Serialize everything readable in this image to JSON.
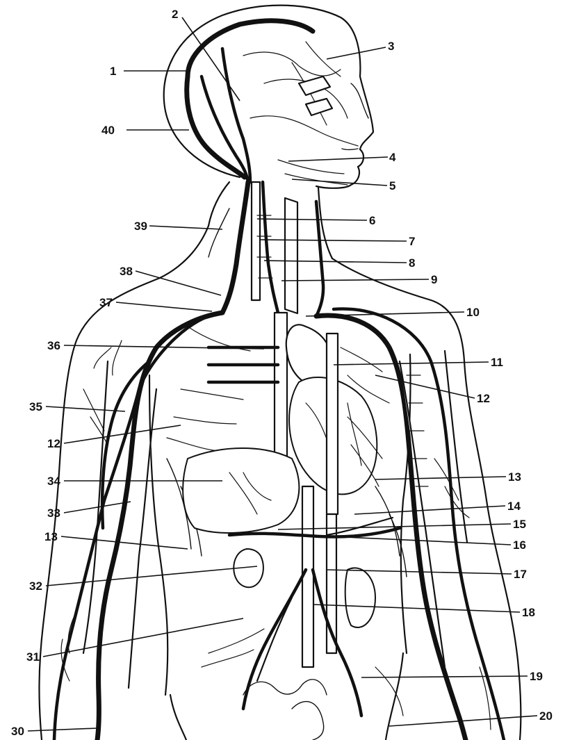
{
  "diagram": {
    "labels": [
      {
        "id": "1",
        "text": "1"
      },
      {
        "id": "2",
        "text": "2"
      },
      {
        "id": "3",
        "text": "3"
      },
      {
        "id": "4",
        "text": "4"
      },
      {
        "id": "5",
        "text": "5"
      },
      {
        "id": "6",
        "text": "6"
      },
      {
        "id": "7",
        "text": "7"
      },
      {
        "id": "8",
        "text": "8"
      },
      {
        "id": "9",
        "text": "9"
      },
      {
        "id": "10",
        "text": "10"
      },
      {
        "id": "11",
        "text": "11"
      },
      {
        "id": "12r",
        "text": "12"
      },
      {
        "id": "13r",
        "text": "13"
      },
      {
        "id": "14",
        "text": "14"
      },
      {
        "id": "15",
        "text": "15"
      },
      {
        "id": "16",
        "text": "16"
      },
      {
        "id": "17",
        "text": "17"
      },
      {
        "id": "18",
        "text": "18"
      },
      {
        "id": "19",
        "text": "19"
      },
      {
        "id": "20",
        "text": "20"
      },
      {
        "id": "40",
        "text": "40"
      },
      {
        "id": "39",
        "text": "39"
      },
      {
        "id": "38",
        "text": "38"
      },
      {
        "id": "37",
        "text": "37"
      },
      {
        "id": "36",
        "text": "36"
      },
      {
        "id": "35",
        "text": "35"
      },
      {
        "id": "12l",
        "text": "12"
      },
      {
        "id": "34",
        "text": "34"
      },
      {
        "id": "33",
        "text": "33"
      },
      {
        "id": "13l",
        "text": "13"
      },
      {
        "id": "32",
        "text": "32"
      },
      {
        "id": "31",
        "text": "31"
      },
      {
        "id": "30",
        "text": "30"
      }
    ]
  }
}
